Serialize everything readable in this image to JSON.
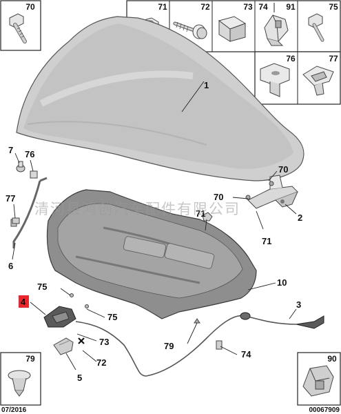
{
  "part_boxes": {
    "b70": "70",
    "b71": "71",
    "b72": "72",
    "b73": "73",
    "b74": "74",
    "b91": "91",
    "b75": "75",
    "b76": "76",
    "b77": "77",
    "b79": "79",
    "b90": "90"
  },
  "callouts": {
    "c1": "1",
    "c2": "2",
    "c3": "3",
    "c4": "4",
    "c5": "5",
    "c6": "6",
    "c7": "7",
    "c10": "10",
    "c70a": "70",
    "c70b": "70",
    "c71a": "71",
    "c71b": "71",
    "c72": "72",
    "c73": "73",
    "c74": "74",
    "c75a": "75",
    "c75b": "75",
    "c76": "76",
    "c77": "77",
    "c79": "79"
  },
  "footer": {
    "date": "07/2016",
    "ref": "00067909"
  },
  "watermark": "清河县鸿创汽车配件有限公司",
  "colors": {
    "hood": "#c9c9c9",
    "insulator": "#9a9a9a",
    "highlight": "#e8262b"
  }
}
